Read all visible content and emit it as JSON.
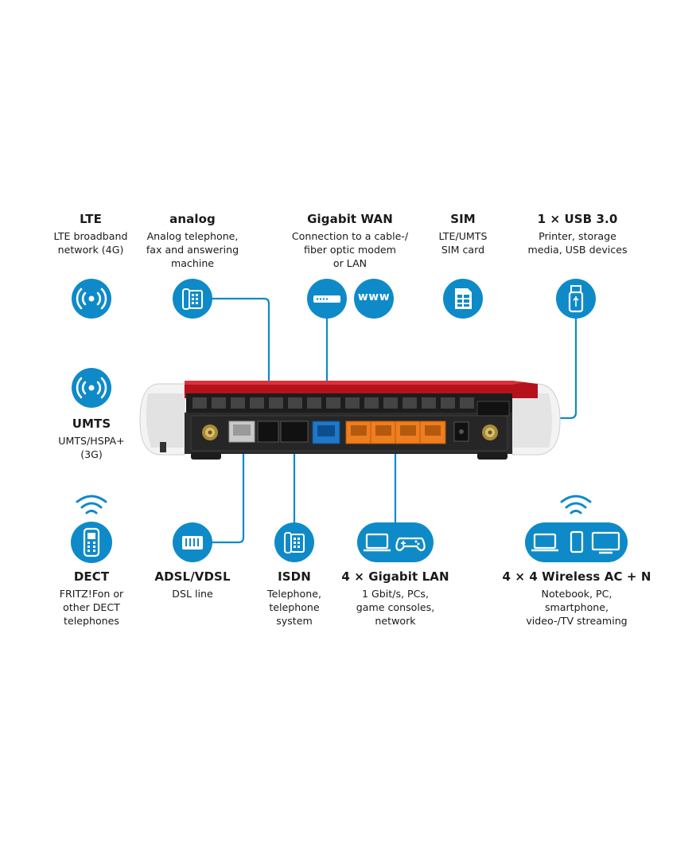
{
  "features": [
    {
      "id": "lte",
      "title": "LTE",
      "desc": [
        "LTE broadband",
        "network (4G)"
      ],
      "icon": "radio-signal-icon"
    },
    {
      "id": "analog",
      "title": "analog",
      "desc": [
        "Analog telephone,",
        "fax and answering",
        "machine"
      ],
      "icon": "desk-phone-icon"
    },
    {
      "id": "wan",
      "title": "Gigabit WAN",
      "desc": [
        "Connection to a cable-/",
        "fiber optic modem",
        "or LAN"
      ],
      "icon": "modem-icon",
      "icon2": "www-icon",
      "icon2_text": "www"
    },
    {
      "id": "sim",
      "title": "SIM",
      "desc": [
        "LTE/UMTS",
        "SIM card"
      ],
      "icon": "sim-card-icon"
    },
    {
      "id": "usb",
      "title": "1 × USB 3.0",
      "desc": [
        "Printer, storage",
        "media, USB devices"
      ],
      "icon": "usb-stick-icon"
    },
    {
      "id": "umts",
      "title": "UMTS",
      "desc": [
        "UMTS/HSPA+",
        "(3G)"
      ],
      "icon": "radio-signal-icon"
    },
    {
      "id": "dect",
      "title": "DECT",
      "desc": [
        "FRITZ!Fon or",
        "other DECT",
        "telephones"
      ],
      "icon": "dect-phone-icon"
    },
    {
      "id": "dsl",
      "title": "ADSL/VDSL",
      "desc": [
        "DSL line"
      ],
      "icon": "dsl-port-icon"
    },
    {
      "id": "isdn",
      "title": "ISDN",
      "desc": [
        "Telephone,",
        "telephone",
        "system"
      ],
      "icon": "desk-phone-icon"
    },
    {
      "id": "lan",
      "title": "4 × Gigabit LAN",
      "desc": [
        "1 Gbit/s, PCs,",
        "game consoles,",
        "network"
      ],
      "icon": "laptop-gamepad-icon"
    },
    {
      "id": "wlan",
      "title": "4 × 4 Wireless AC + N",
      "desc": [
        "Notebook, PC,",
        "smartphone,",
        "video-/TV streaming"
      ],
      "icon": "laptop-phone-tv-icon"
    }
  ],
  "colors": {
    "accent": "#0f8ac8",
    "router_red": "#b5121b",
    "router_body": "#2b2b2b",
    "lan_port": "#f07d1e",
    "wan_port": "#1f78c8"
  }
}
